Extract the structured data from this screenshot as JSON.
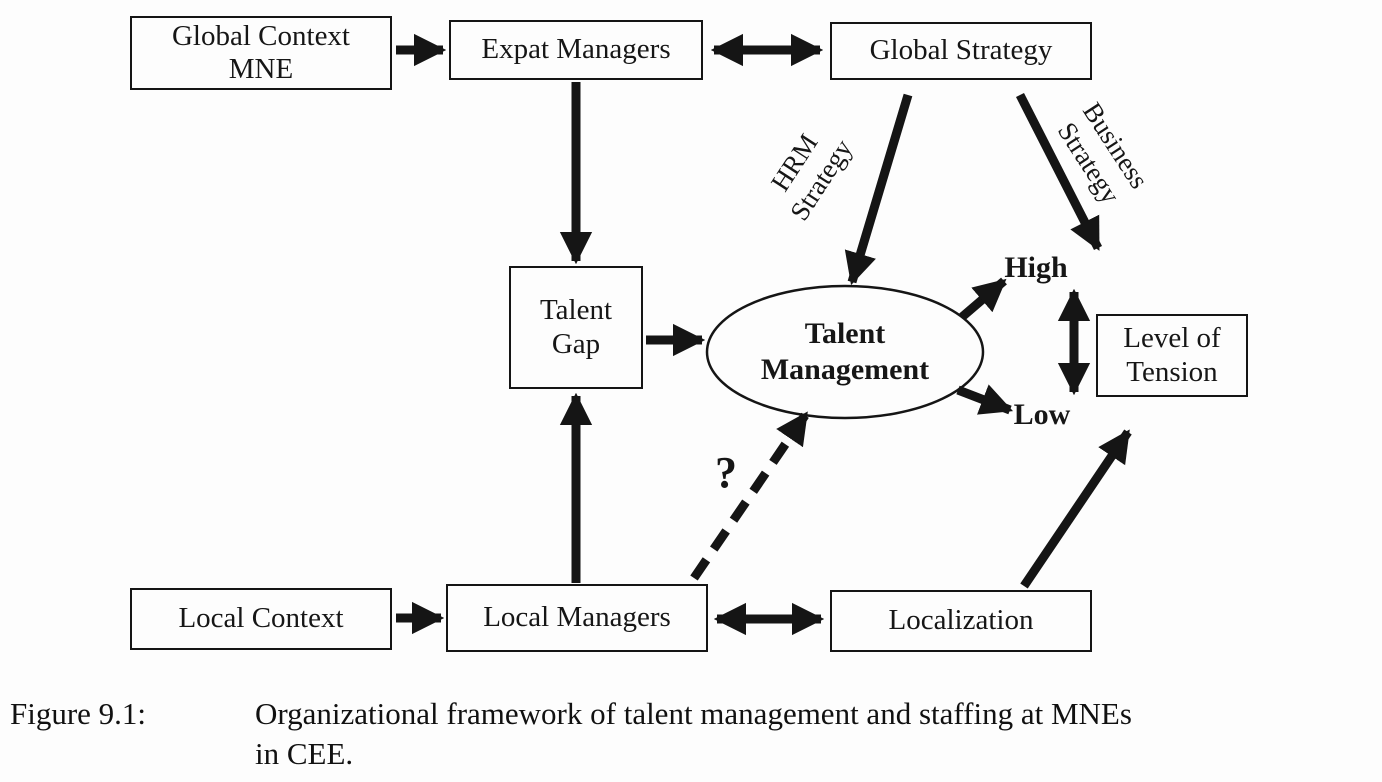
{
  "colors": {
    "ink": "#151515",
    "background": "#fdfdfd"
  },
  "nodes": {
    "global_context": "Global Context\nMNE",
    "expat_managers": "Expat Managers",
    "global_strategy": "Global Strategy",
    "talent_gap": "Talent\nGap",
    "talent_management": "Talent\nManagement",
    "level_of_tension": "Level of\nTension",
    "local_context": "Local Context",
    "local_managers": "Local Managers",
    "localization": "Localization"
  },
  "labels": {
    "hrm_strategy": "HRM\nStrategy",
    "business_strategy": "Business\nStrategy",
    "high": "High",
    "low": "Low",
    "question": "?"
  },
  "caption": {
    "prefix": "Figure 9.1:",
    "line1": "Organizational framework of talent management and staffing at MNEs",
    "line2": "in CEE."
  }
}
